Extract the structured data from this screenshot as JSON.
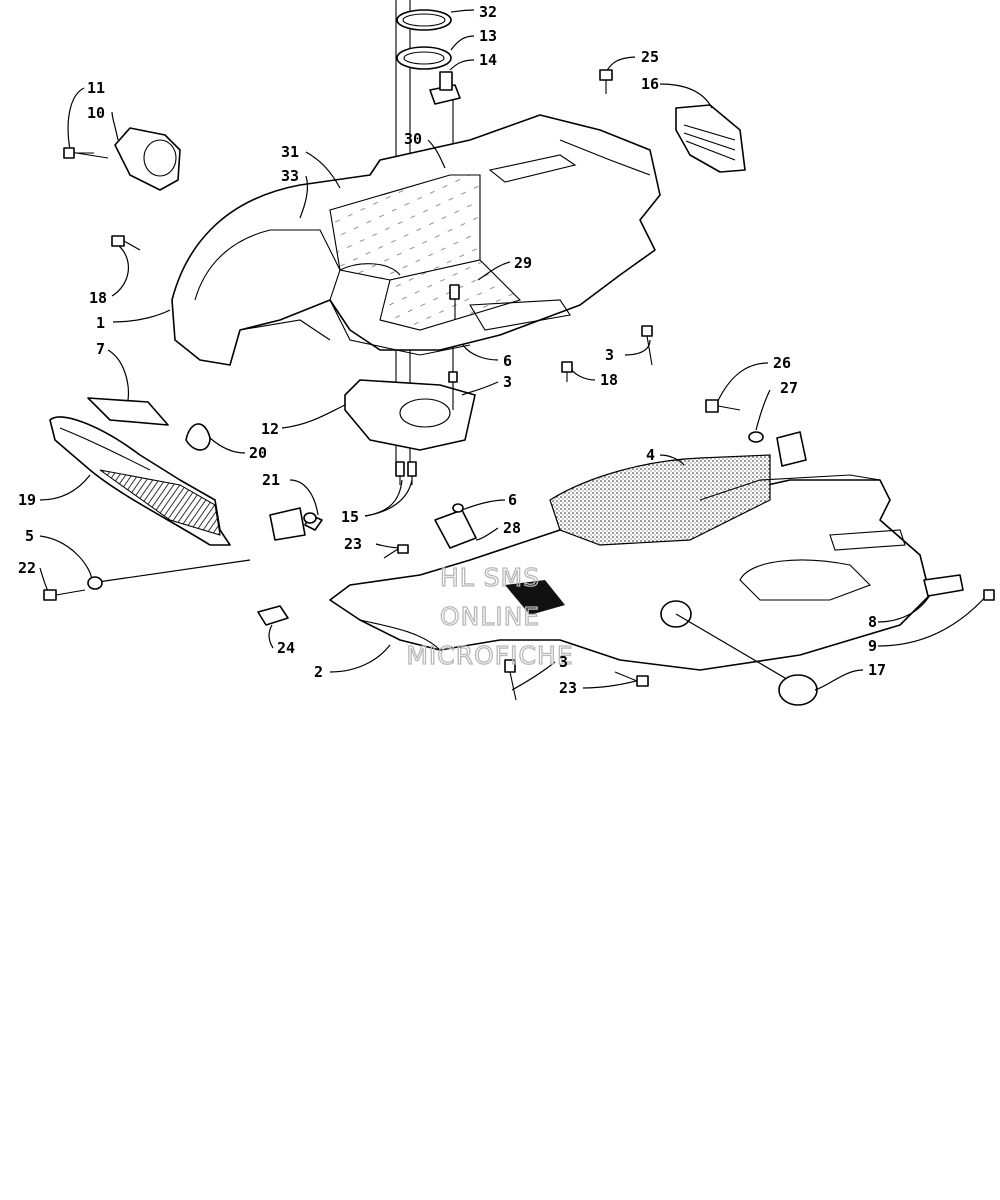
{
  "watermark": [
    "HL SMS",
    "ONLINE",
    "MICROFICHE"
  ],
  "callouts": [
    {
      "id": "c32",
      "label": "32"
    },
    {
      "id": "c13",
      "label": "13"
    },
    {
      "id": "c14",
      "label": "14"
    },
    {
      "id": "c25",
      "label": "25"
    },
    {
      "id": "c16",
      "label": "16"
    },
    {
      "id": "c11",
      "label": "11"
    },
    {
      "id": "c10",
      "label": "10"
    },
    {
      "id": "c30",
      "label": "30"
    },
    {
      "id": "c31",
      "label": "31"
    },
    {
      "id": "c33",
      "label": "33"
    },
    {
      "id": "c29",
      "label": "29"
    },
    {
      "id": "c18a",
      "label": "18"
    },
    {
      "id": "c1",
      "label": "1"
    },
    {
      "id": "c6a",
      "label": "6"
    },
    {
      "id": "c3a",
      "label": "3"
    },
    {
      "id": "c18b",
      "label": "18"
    },
    {
      "id": "c3b",
      "label": "3"
    },
    {
      "id": "c7",
      "label": "7"
    },
    {
      "id": "c26",
      "label": "26"
    },
    {
      "id": "c27",
      "label": "27"
    },
    {
      "id": "c12",
      "label": "12"
    },
    {
      "id": "c20",
      "label": "20"
    },
    {
      "id": "c4",
      "label": "4"
    },
    {
      "id": "c19",
      "label": "19"
    },
    {
      "id": "c21",
      "label": "21"
    },
    {
      "id": "c15",
      "label": "15"
    },
    {
      "id": "c6b",
      "label": "6"
    },
    {
      "id": "c28",
      "label": "28"
    },
    {
      "id": "c5",
      "label": "5"
    },
    {
      "id": "c23a",
      "label": "23"
    },
    {
      "id": "c22",
      "label": "22"
    },
    {
      "id": "c8",
      "label": "8"
    },
    {
      "id": "c24",
      "label": "24"
    },
    {
      "id": "c9",
      "label": "9"
    },
    {
      "id": "c2",
      "label": "2"
    },
    {
      "id": "c3c",
      "label": "3"
    },
    {
      "id": "c17",
      "label": "17"
    },
    {
      "id": "c23b",
      "label": "23"
    }
  ]
}
